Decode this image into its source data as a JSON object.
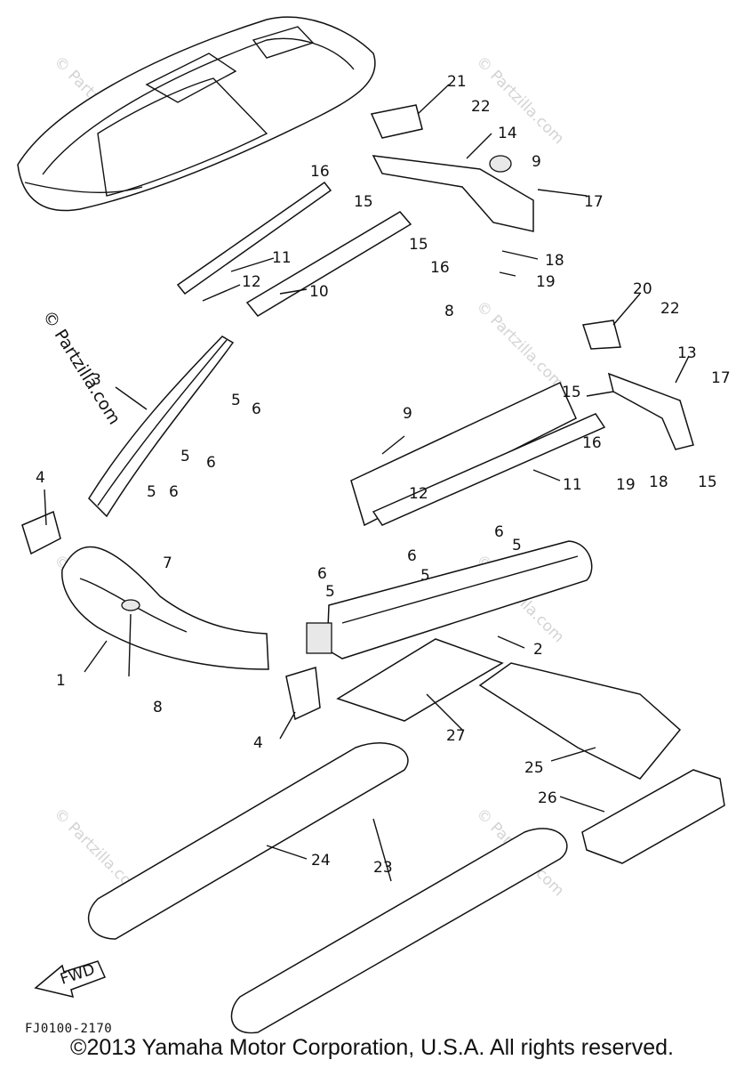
{
  "diagram": {
    "callouts": [
      "1",
      "2",
      "3",
      "4",
      "4",
      "5",
      "5",
      "5",
      "5",
      "5",
      "5",
      "6",
      "6",
      "6",
      "6",
      "6",
      "6",
      "7",
      "8",
      "8",
      "9",
      "9",
      "10",
      "11",
      "11",
      "12",
      "12",
      "13",
      "14",
      "15",
      "15",
      "15",
      "15",
      "16",
      "16",
      "16",
      "17",
      "17",
      "18",
      "18",
      "19",
      "19",
      "20",
      "21",
      "22",
      "22",
      "23",
      "24",
      "25",
      "26",
      "27"
    ],
    "fwd_arrow": "FWD",
    "part_code": "FJ0100-2170",
    "side_mark": "© Partzilla.com",
    "watermark": "© Partzilla.com",
    "copyright": "©2013 Yamaha Motor Corporation, U.S.A. All rights reserved."
  }
}
